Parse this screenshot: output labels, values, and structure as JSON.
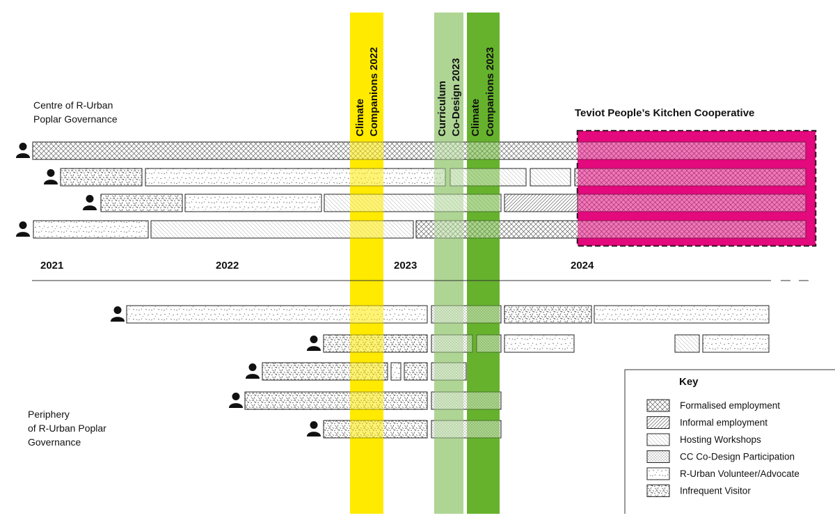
{
  "labels": {
    "centre_line1": "Centre of R-Urban",
    "centre_line2": "Poplar Governance",
    "periphery_line1": "Periphery",
    "periphery_line2": "of R-Urban Poplar",
    "periphery_line3": "Governance",
    "coop_title": "Teviot People’s Kitchen Cooperative"
  },
  "years": [
    "2021",
    "2022",
    "2023",
    "2024"
  ],
  "programmes": [
    {
      "line1": "Climate",
      "line2": "Companions 2022",
      "color": "#ffea00"
    },
    {
      "line1": "Curriculum",
      "line2": "Co-Design 2023",
      "color": "#afd596"
    },
    {
      "line1": "Climate",
      "line2": "Companions 2023",
      "color": "#66b22e"
    }
  ],
  "cooperative_color": "#e4097d",
  "key": {
    "title": "Key",
    "items": [
      {
        "id": "formal",
        "label": "Formalised employment"
      },
      {
        "id": "informal",
        "label": "Informal employment"
      },
      {
        "id": "hosting",
        "label": "Hosting Workshops"
      },
      {
        "id": "codesign",
        "label": "CC Co-Design Participation"
      },
      {
        "id": "volunteer",
        "label": "R-Urban Volunteer/Advocate"
      },
      {
        "id": "visitor",
        "label": "Infrequent Visitor"
      }
    ]
  },
  "rows": {
    "centre": [
      {
        "person": "centre-1",
        "segments": [
          {
            "type": "formal",
            "start": "2021",
            "end": "2024+"
          }
        ]
      },
      {
        "person": "centre-2",
        "segments": [
          {
            "type": "visitor",
            "start": "2021",
            "end": "2021"
          },
          {
            "type": "volunteer",
            "start": "2021",
            "end": "2023"
          },
          {
            "type": "hosting",
            "start": "2023",
            "end": "2023"
          },
          {
            "type": "hosting",
            "start": "2023",
            "end": "2024"
          },
          {
            "type": "formal",
            "start": "2024",
            "end": "2024+"
          }
        ]
      },
      {
        "person": "centre-3",
        "segments": [
          {
            "type": "visitor",
            "start": "2021",
            "end": "2022"
          },
          {
            "type": "volunteer",
            "start": "2022",
            "end": "2022"
          },
          {
            "type": "hosting",
            "start": "2022",
            "end": "2023"
          },
          {
            "type": "informal",
            "start": "2023",
            "end": "2024"
          },
          {
            "type": "formal",
            "start": "2024",
            "end": "2024+"
          }
        ]
      },
      {
        "person": "centre-4",
        "segments": [
          {
            "type": "volunteer",
            "start": "2021",
            "end": "2021"
          },
          {
            "type": "hosting",
            "start": "2021",
            "end": "2022"
          },
          {
            "type": "formal",
            "start": "2023",
            "end": "2024+"
          }
        ]
      }
    ],
    "periphery": [
      {
        "person": "periphery-1",
        "segments": [
          {
            "type": "volunteer",
            "start": "2021",
            "end": "2023"
          },
          {
            "type": "codesign",
            "start": "2023",
            "end": "2023"
          },
          {
            "type": "visitor",
            "start": "2023",
            "end": "2024"
          },
          {
            "type": "volunteer",
            "start": "2024",
            "end": "2024+"
          }
        ]
      },
      {
        "person": "periphery-2",
        "segments": [
          {
            "type": "visitor",
            "start": "2022",
            "end": "2023"
          },
          {
            "type": "codesign",
            "start": "2023",
            "end": "2023"
          },
          {
            "type": "codesign",
            "start": "2023",
            "end": "2023"
          },
          {
            "type": "volunteer",
            "start": "2023",
            "end": "2024"
          },
          {
            "type": "hosting",
            "start": "2024+",
            "end": "2024+"
          },
          {
            "type": "volunteer",
            "start": "2024+",
            "end": "2024+"
          }
        ]
      },
      {
        "person": "periphery-3",
        "segments": [
          {
            "type": "visitor",
            "start": "2022",
            "end": "2022"
          },
          {
            "type": "volunteer",
            "start": "2022",
            "end": "2023"
          },
          {
            "type": "visitor",
            "start": "2023",
            "end": "2023"
          },
          {
            "type": "codesign",
            "start": "2023",
            "end": "2023"
          }
        ]
      },
      {
        "person": "periphery-4",
        "segments": [
          {
            "type": "visitor",
            "start": "2022",
            "end": "2023"
          },
          {
            "type": "codesign",
            "start": "2023",
            "end": "2023"
          }
        ]
      },
      {
        "person": "periphery-5",
        "segments": [
          {
            "type": "visitor",
            "start": "2022",
            "end": "2023"
          },
          {
            "type": "codesign",
            "start": "2023",
            "end": "2023"
          }
        ]
      }
    ]
  }
}
